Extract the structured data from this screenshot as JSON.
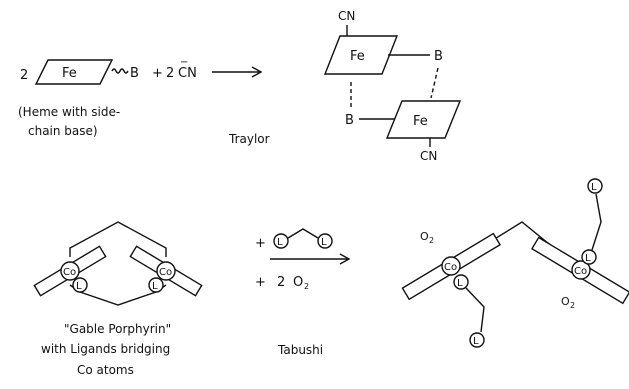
{
  "reaction1": {
    "coefficient": "2",
    "metal": "Fe",
    "base": "B",
    "plus": "+",
    "cn_coefficient": "2",
    "cyanide": "CN",
    "charge": "−",
    "caption_line1": "(Heme with side-",
    "caption_line2": "chain base)",
    "author": "Traylor",
    "product": {
      "top_ligand": "CN",
      "bottom_ligand": "CN",
      "metal_top": "Fe",
      "metal_bottom": "Fe",
      "base_right": "B",
      "base_left": "B"
    }
  },
  "reaction2": {
    "metal": "Co",
    "ligand": "L",
    "plus_top": "+",
    "plus_bottom": "+",
    "o2_coefficient": "2",
    "o2": "O",
    "o2_subscript": "2",
    "caption_line1": "\"Gable Porphyrin\"",
    "caption_line2": "with Ligands bridging",
    "caption_line3": "Co atoms",
    "author": "Tabushi",
    "product": {
      "metal": "Co",
      "ligand": "L",
      "o2": "O",
      "o2_subscript": "2"
    }
  }
}
